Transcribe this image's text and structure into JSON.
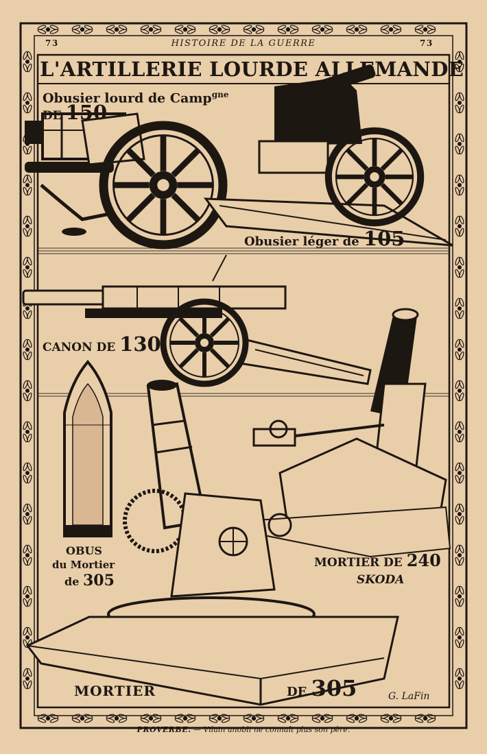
{
  "header": {
    "page_number_left": "73",
    "running_title": "HISTOIRE DE LA GUERRE",
    "page_number_right": "73"
  },
  "title": "L'ARTILLERIE LOURDE ALLEMANDE",
  "labels": {
    "obusier_150_line1": "Obusier lourd de Camp",
    "obusier_150_sup": "gne",
    "obusier_150_line2_prefix": "DE",
    "obusier_150_line2_num": "150",
    "obusier_105_text": "Obusier léger de",
    "obusier_105_num": "105",
    "canon_text": "CANON DE",
    "canon_num": "130",
    "obus_line1": "OBUS",
    "obus_line2": "du Mortier",
    "obus_line3_prefix": "de",
    "obus_line3_num": "305",
    "mortier_240_text": "MORTIER DE",
    "mortier_240_num": "240",
    "mortier_240_maker": "SKODA",
    "mortier_305_word": "MORTIER",
    "mortier_305_prefix": "DE",
    "mortier_305_num": "305"
  },
  "signature": "G. LaFin",
  "footer": {
    "proverb_label": "PROVERBE.",
    "proverb_text": " — Vilain anobli ne connaît plus son père."
  },
  "icons": {
    "border": "laurel-chain-border-icon",
    "illustrations": [
      "heavy-field-howitzer-icon",
      "light-howitzer-icon",
      "cannon-icon",
      "artillery-shell-icon",
      "mortar-skoda-icon",
      "mortar-305-icon"
    ]
  },
  "colors": {
    "paper": "#e9ceaa",
    "ink": "#1d1712"
  }
}
